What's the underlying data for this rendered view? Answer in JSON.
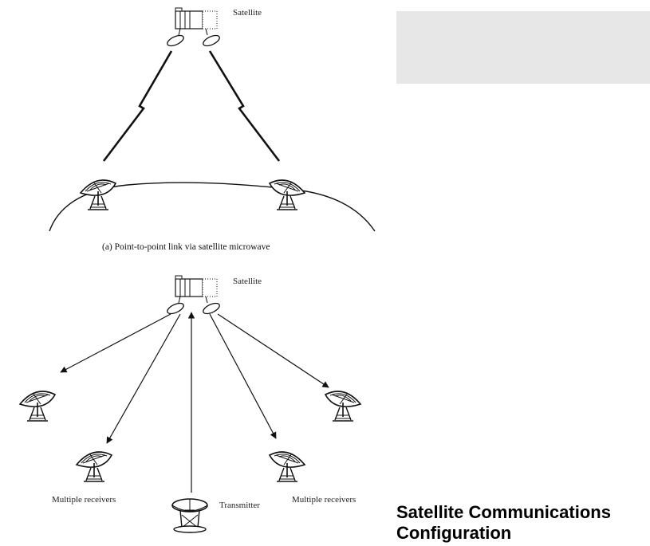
{
  "diagram_a": {
    "satellite_label": "Satellite",
    "caption": "(a) Point-to-point link via satellite microwave"
  },
  "diagram_b": {
    "satellite_label": "Satellite",
    "receivers_left_label": "Multiple receivers",
    "receivers_right_label": "Multiple receivers",
    "transmitter_label": "Transmitter"
  },
  "slide": {
    "title_line1": "Satellite Communications",
    "title_line2": "Configuration"
  },
  "colors": {
    "ink": "#111111",
    "panel_grey": "#e7e7e7"
  }
}
